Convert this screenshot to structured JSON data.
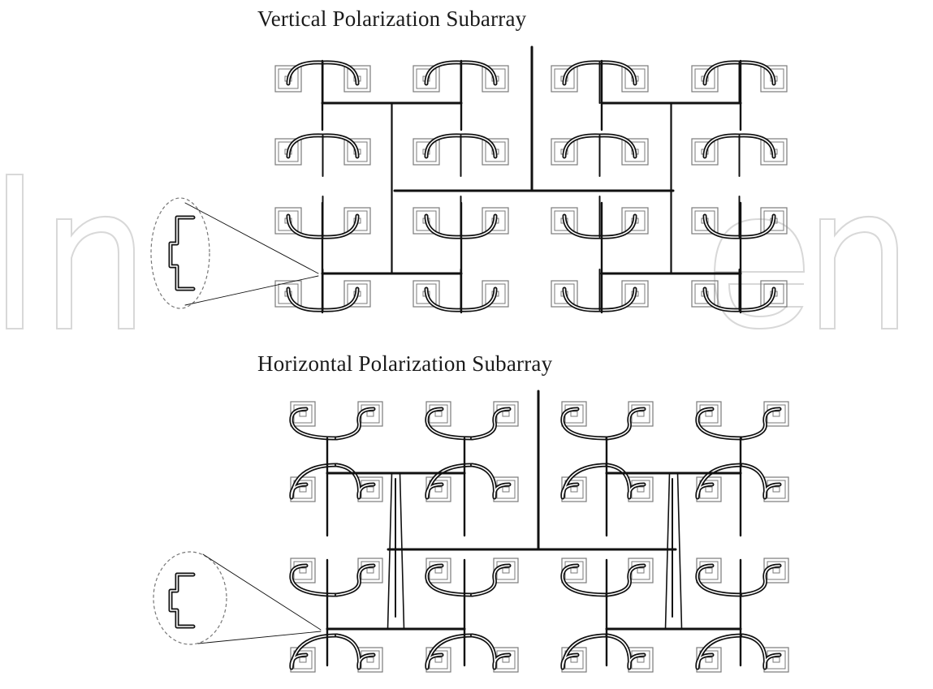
{
  "titles": {
    "vertical": "Vertical Polarization Subarray",
    "horizontal": "Horizontal Polarization Subarray"
  },
  "watermark": {
    "text": "IntechOpen"
  },
  "colors": {
    "line": "#111111",
    "patch": "#7a7a7a",
    "watermark_stroke": "#d6d6d6",
    "background": "#ffffff"
  }
}
